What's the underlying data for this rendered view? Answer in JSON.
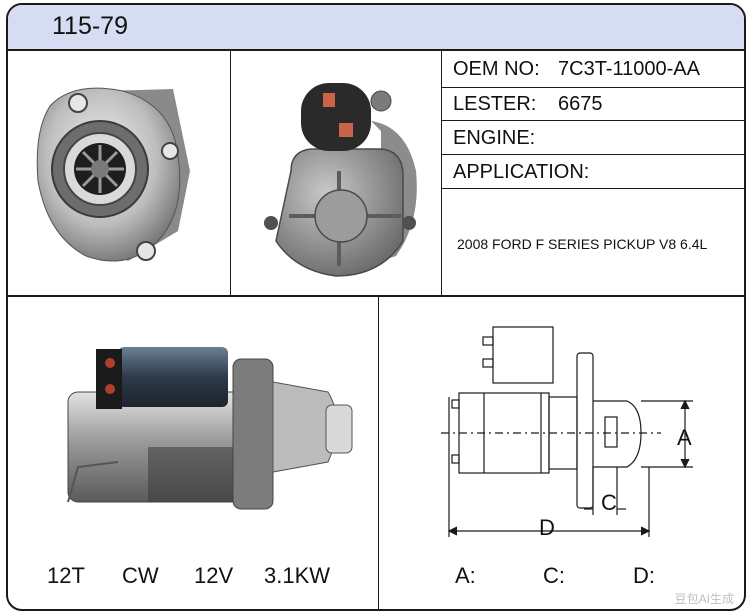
{
  "header": {
    "part_number": "115-79"
  },
  "specs": {
    "oem_label": "OEM NO:",
    "oem_value": "7C3T-11000-AA",
    "lester_label": "LESTER:",
    "lester_value": "6675",
    "engine_label": "ENGINE:",
    "engine_value": "",
    "application_label": "APPLICATION:",
    "application_value": "2008 FORD F SERIES PICKUP V8 6.4L"
  },
  "bottom_specs": [
    "12T",
    "CW",
    "12V",
    "3.1KW"
  ],
  "diagram": {
    "labels": {
      "a": "A",
      "c": "C",
      "d": "D"
    },
    "dims": [
      {
        "label": "A:",
        "value": ""
      },
      {
        "label": "C:",
        "value": ""
      },
      {
        "label": "D:",
        "value": ""
      }
    ]
  },
  "watermark": "豆包AI生成"
}
